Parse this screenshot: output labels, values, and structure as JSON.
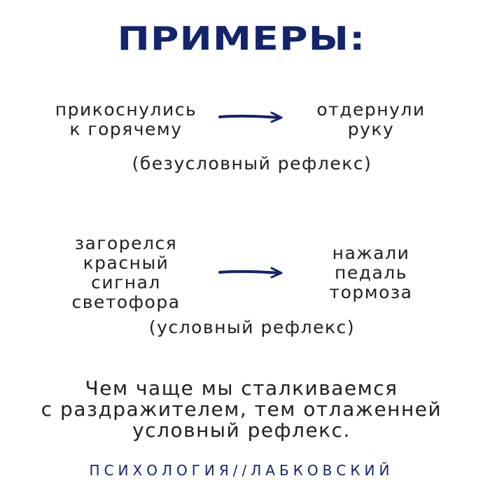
{
  "title": "ПРИМЕРЫ:",
  "example1": {
    "stimulus": "прикоснулись\nк горячему",
    "response": "отдернули\nруку",
    "type": "(безусловный рефлекс)"
  },
  "example2": {
    "stimulus": "загорелся\nкрасный\nсигнал\nсветофора",
    "response": "нажали\nпедаль\nтормоза",
    "type": "(условный рефлекс)"
  },
  "summary": "Чем чаще мы сталкиваемся\nс раздражителем, тем отлаженней\nусловный рефлекс.",
  "footer": "ПСИХОЛОГИЯ//ЛАБКОВСКИЙ",
  "colors": {
    "accent": "#13246b",
    "text": "#1f1f1f",
    "background": "#ffffff"
  },
  "icons": [
    "arrow-right-icon",
    "arrow-right-icon"
  ]
}
